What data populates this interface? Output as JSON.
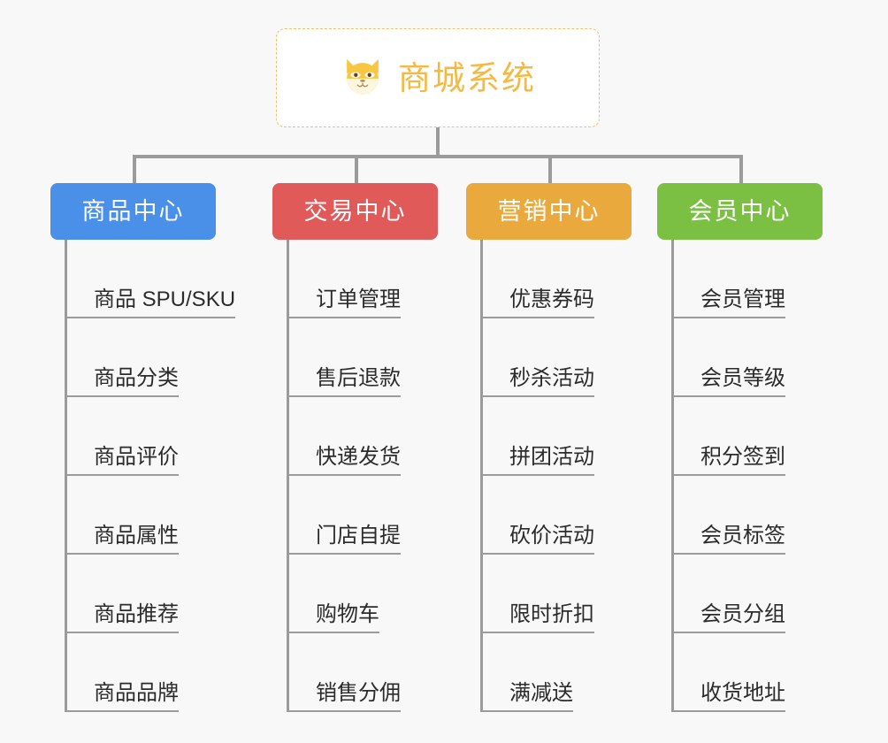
{
  "page": {
    "background_color": "#f8f8f8",
    "line_color": "#9b9b9b"
  },
  "root": {
    "title": "商城系统",
    "icon": "shiba-dog-face-icon",
    "text_color": "#f5b942",
    "border_color": "#f0c068",
    "background_color": "#ffffff"
  },
  "branches": [
    {
      "label": "商品中心",
      "color": "#4a90e8",
      "items": [
        "商品 SPU/SKU",
        "商品分类",
        "商品评价",
        "商品属性",
        "商品推荐",
        "商品品牌"
      ]
    },
    {
      "label": "交易中心",
      "color": "#e15a5a",
      "items": [
        "订单管理",
        "售后退款",
        "快递发货",
        "门店自提",
        "购物车",
        "销售分佣"
      ]
    },
    {
      "label": "营销中心",
      "color": "#eaa93d",
      "items": [
        "优惠券码",
        "秒杀活动",
        "拼团活动",
        "砍价活动",
        "限时折扣",
        "满减送"
      ]
    },
    {
      "label": "会员中心",
      "color": "#7cc043",
      "items": [
        "会员管理",
        "会员等级",
        "积分签到",
        "会员标签",
        "会员分组",
        "收货地址"
      ]
    }
  ]
}
